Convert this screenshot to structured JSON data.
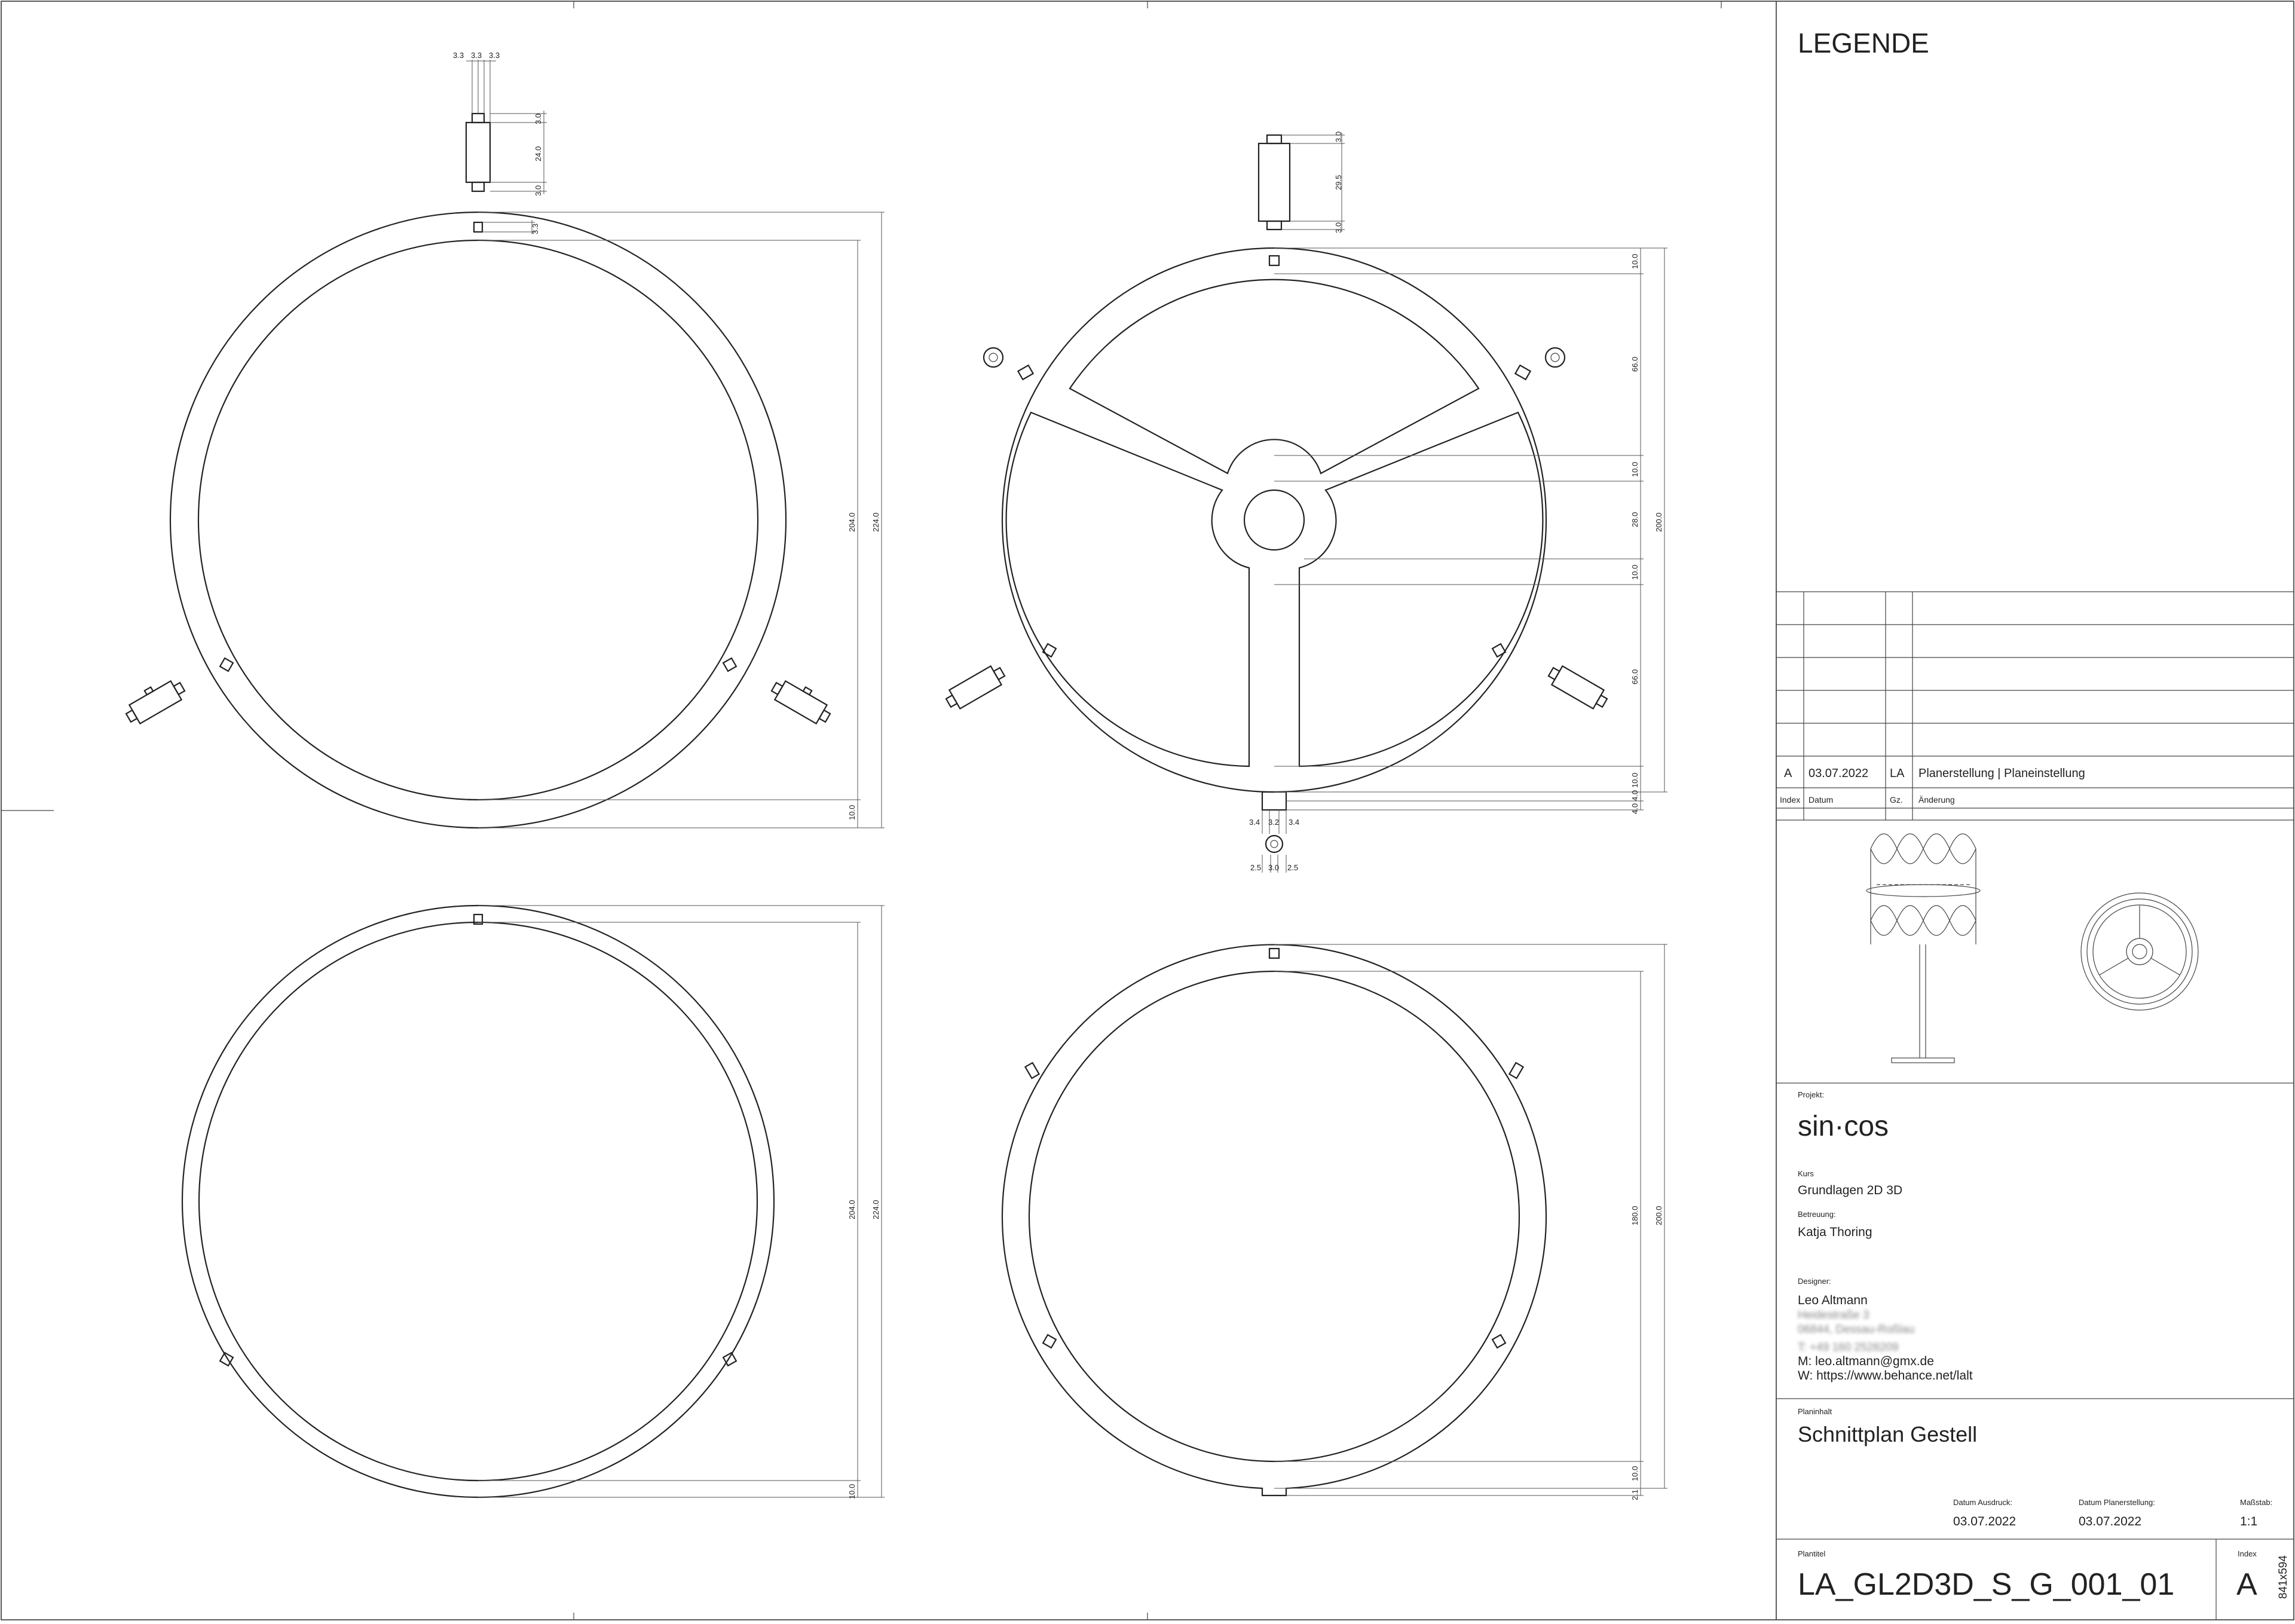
{
  "legend": {
    "title": "LEGENDE"
  },
  "revision": {
    "row": {
      "index": "A",
      "date": "03.07.2022",
      "by": "LA",
      "change": "Planerstellung | Planeinstellung"
    },
    "headers": {
      "index": "Index",
      "date": "Datum",
      "by": "Gz.",
      "change": "Änderung"
    }
  },
  "project": {
    "label": "Projekt:",
    "name": "sin·cos",
    "course_label": "Kurs",
    "course": "Grundlagen 2D 3D",
    "supervisor_label": "Betreuung:",
    "supervisor": "Katja Thoring",
    "designer_label": "Designer:",
    "designer": "Leo Altmann",
    "address_line1": "Heidestraße 3",
    "address_line2": "06844, Dessau-Roßlau",
    "phone": "T: +49 160 2528209",
    "email": "M: leo.altmann@gmx.de",
    "web": "W: https://www.behance.net/lalt"
  },
  "plan": {
    "content_label": "Planinhalt",
    "content": "Schnittplan Gestell",
    "print_date_label": "Datum Ausdruck:",
    "print_date": "03.07.2022",
    "created_label": "Datum Planerstellung:",
    "created": "03.07.2022",
    "scale_label": "Maßstab:",
    "scale": "1:1",
    "title_label": "Plantitel",
    "title": "LA_GL2D3D_S_G_001_01",
    "index_label": "Index",
    "index": "A",
    "format": "841x594"
  },
  "dimensions": {
    "tl_tab_top": [
      "3.3",
      "3.3",
      "3.3"
    ],
    "tl_tab_side": [
      "3.0",
      "24.0",
      "3.0"
    ],
    "tl_slot": "3.3",
    "tl_ring": [
      "204.0",
      "224.0",
      "10.0"
    ],
    "tr_tab": [
      "3.0",
      "29.5",
      "3.0"
    ],
    "tr_stack": [
      "10.0",
      "66.0",
      "10.0",
      "28.0",
      "10.0",
      "66.0",
      "10.0",
      "4.0",
      "4.0"
    ],
    "tr_total": "200.0",
    "tr_bottom_top": [
      "3.4",
      "3.2",
      "3.4"
    ],
    "tr_bottom_bot": [
      "2.5",
      "3.0",
      "2.5"
    ],
    "bl_ring": [
      "204.0",
      "224.0",
      "10.0"
    ],
    "br_ring": [
      "180.0",
      "200.0",
      "10.0",
      "2.1"
    ]
  }
}
